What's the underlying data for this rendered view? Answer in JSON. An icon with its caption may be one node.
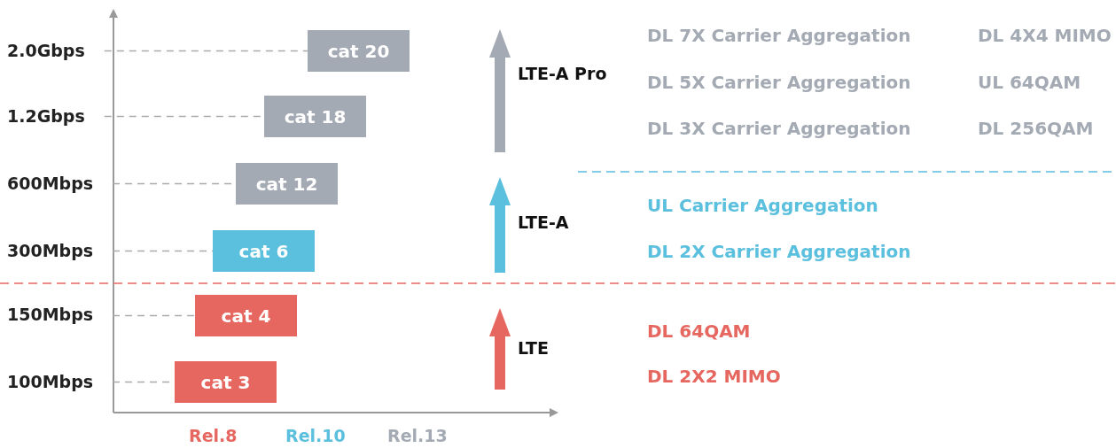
{
  "diagram": {
    "nodes": [
      {
        "text": [
          "2.0Gbps"
        ]
      },
      {
        "text": [
          "cat 20"
        ]
      },
      {
        "text": [
          "1.2Gbps"
        ]
      },
      {
        "text": [
          "cat 18"
        ]
      },
      {
        "text": [
          "600Mbps"
        ]
      },
      {
        "text": [
          "cat 12"
        ]
      },
      {
        "text": [
          "300Mbps"
        ]
      },
      {
        "text": [
          "cat 6"
        ]
      },
      {
        "text": [
          "150Mbps"
        ]
      },
      {
        "text": [
          "cat 4"
        ]
      },
      {
        "text": [
          "100Mbps"
        ]
      },
      {
        "text": [
          "cat 3"
        ]
      }
    ],
    "edges": [
      {
        "from": 0,
        "to": 1,
        "arrow": "none",
        "style": "dashed"
      },
      {
        "from": 2,
        "to": 3,
        "arrow": "none",
        "style": "dashed"
      },
      {
        "from": 4,
        "to": 5,
        "arrow": "none",
        "style": "dashed"
      },
      {
        "from": 6,
        "to": 7,
        "arrow": "none",
        "style": "dashed"
      },
      {
        "from": 8,
        "to": 9,
        "arrow": "none",
        "style": "dashed"
      },
      {
        "from": 10,
        "to": 11,
        "arrow": "none",
        "style": "dashed"
      }
    ],
    "labels": [
      "DL 7X Carrier Aggregation",
      "DL 4X4 MIMO",
      "LTE-A Pro",
      "DL 5X Carrier Aggregation",
      "UL 64QAM",
      "DL 3X Carrier Aggregation",
      "DL 256QAM",
      "UL Carrier Aggregation",
      "LTE-A",
      "DL 2X Carrier Aggregation",
      "LTE",
      "DL 64QAM",
      "DL 2X2 MIMO",
      "Rel.8",
      "Rel.10",
      "Rel.13"
    ]
  }
}
